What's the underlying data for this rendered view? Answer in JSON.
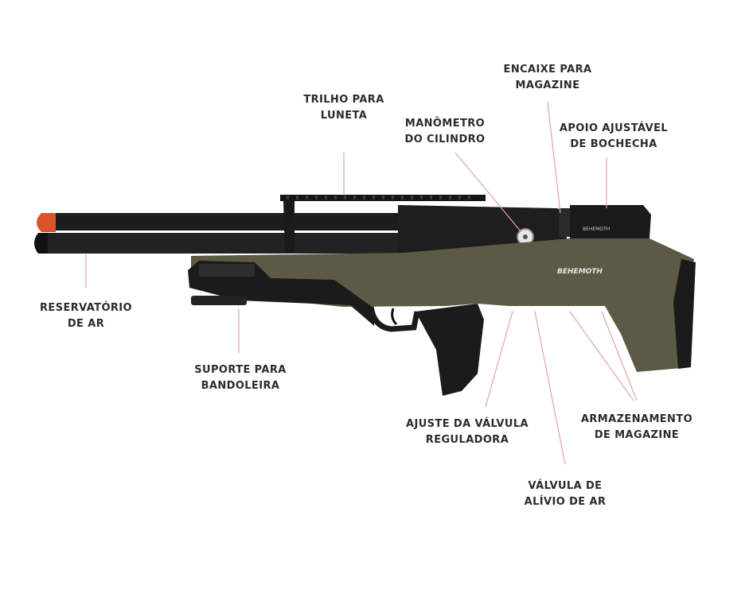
{
  "colors": {
    "stock_olive": "#5c5a45",
    "stock_olive_dark": "#4a4836",
    "black_parts": "#1c1c1c",
    "muzzle_orange": "#d9532b",
    "leader_line": "#e3a3a3",
    "label_text": "#2b2b2b"
  },
  "product": {
    "brand_mark": "BEHEMOTH",
    "small_brand_mark": "BEHEMOTH"
  },
  "callouts": {
    "trilho": {
      "line1": "TRILHO PARA",
      "line2": "LUNETA"
    },
    "manometro": {
      "line1": "MANÔMETRO",
      "line2": "DO CILINDRO"
    },
    "encaixe": {
      "line1": "ENCAIXE PARA",
      "line2": "MAGAZINE"
    },
    "apoio": {
      "line1": "APOIO AJUSTÁVEL",
      "line2": "DE BOCHECHA"
    },
    "reservatorio": {
      "line1": "RESERVATÓRIO",
      "line2": "DE AR"
    },
    "suporte": {
      "line1": "SUPORTE PARA",
      "line2": "BANDOLEIRA"
    },
    "ajuste": {
      "line1": "AJUSTE DA VÁLVULA",
      "line2": "REGULADORA"
    },
    "armazenamento": {
      "line1": "ARMAZENAMENTO",
      "line2": "DE MAGAZINE"
    },
    "valvula": {
      "line1": "VÁLVULA DE",
      "line2": "ALÍVIO DE AR"
    }
  }
}
